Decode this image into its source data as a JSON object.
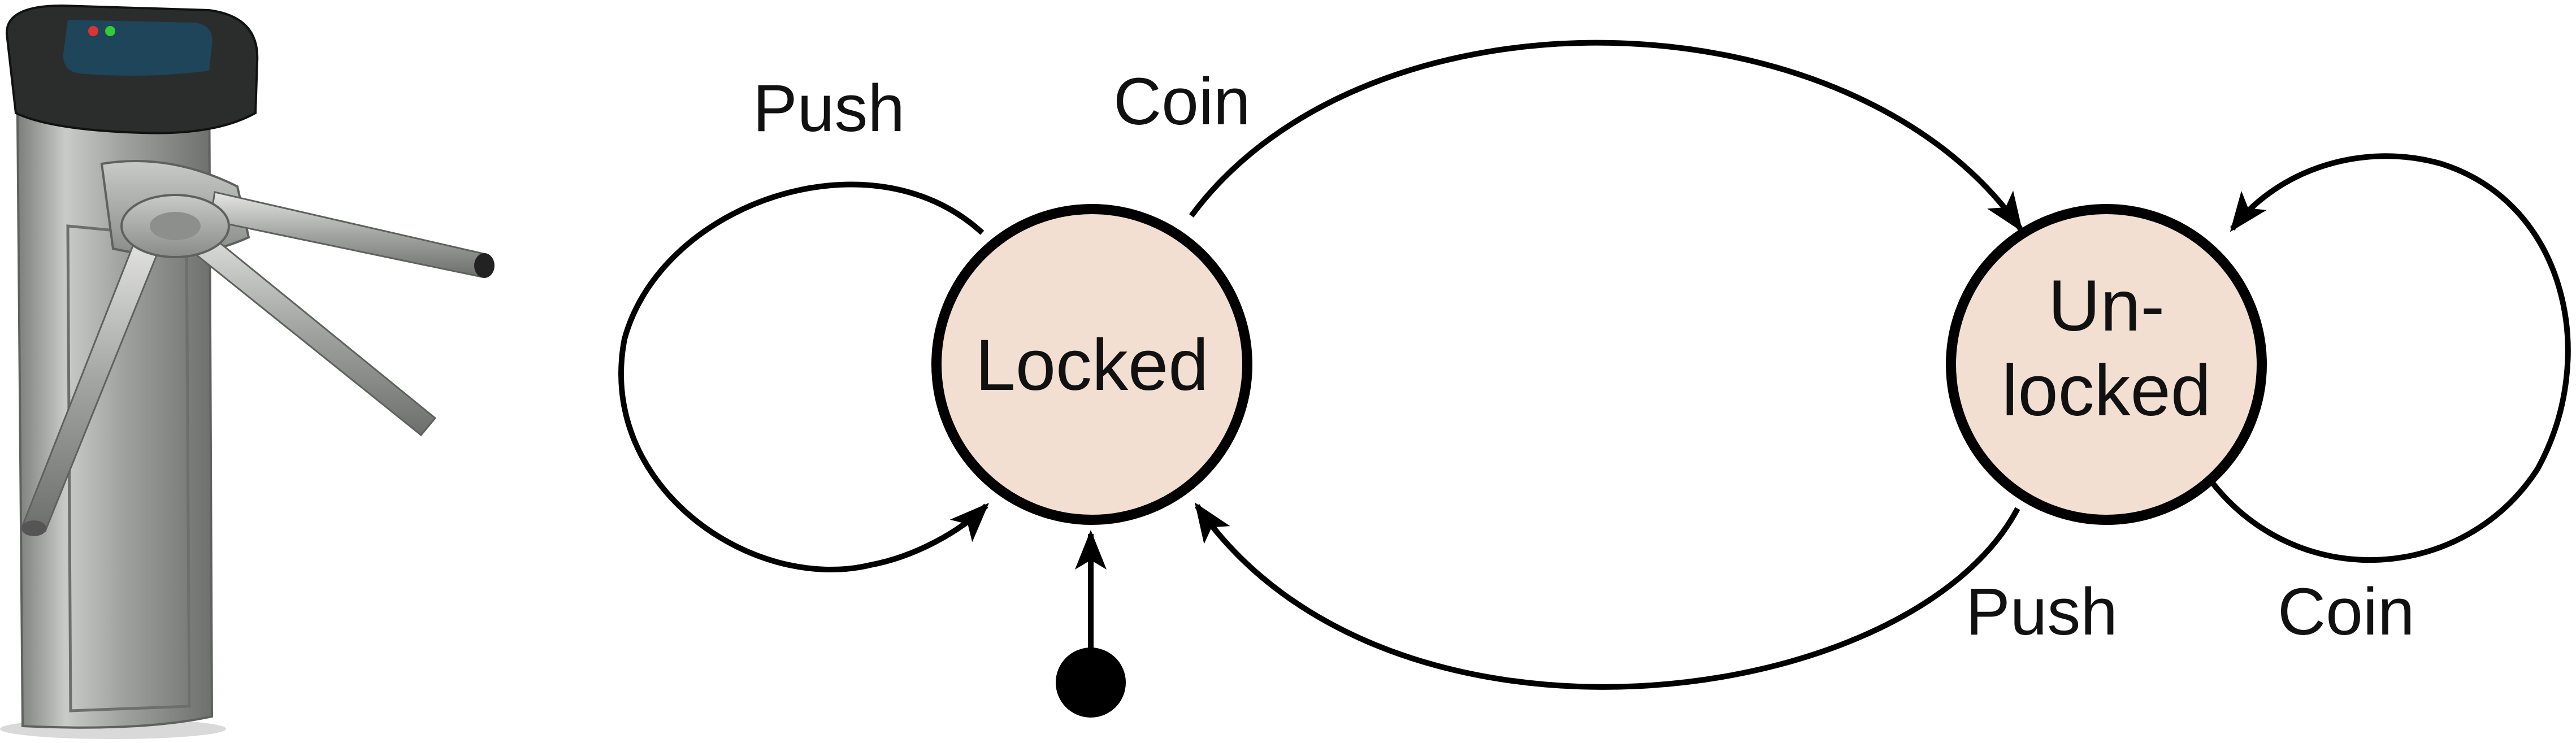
{
  "colors": {
    "state_fill": "#f2dfd2",
    "stroke": "#000000",
    "background": "#ffffff",
    "turnstile_metal": "#a9aaa6",
    "turnstile_dark": "#2b2d2c",
    "turnstile_screen": "#1c4a62"
  },
  "illustration": {
    "icon": "turnstile-photo"
  },
  "diagram": {
    "states": {
      "locked": {
        "line1": "Locked"
      },
      "unlocked": {
        "line1": "Un-",
        "line2": "locked"
      }
    },
    "edges": {
      "locked_self": {
        "label": "Push"
      },
      "locked_to_unlocked": {
        "label": "Coin"
      },
      "unlocked_to_locked": {
        "label": "Push"
      },
      "unlocked_self": {
        "label": "Coin"
      }
    }
  }
}
